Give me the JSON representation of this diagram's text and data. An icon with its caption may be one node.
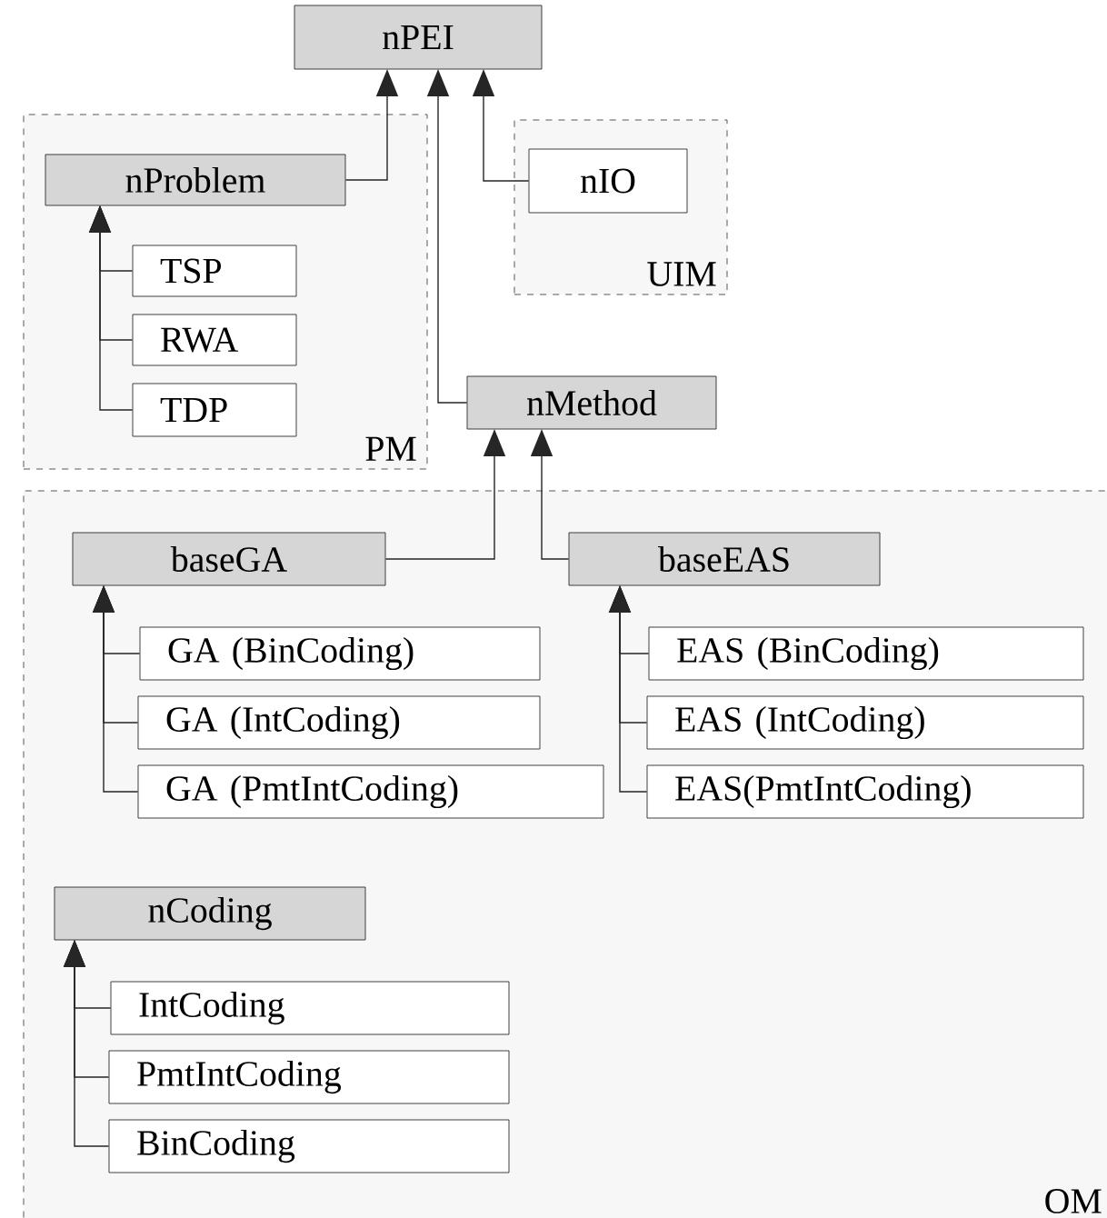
{
  "diagram": {
    "nodes": [
      {
        "text": [
          "nPEI"
        ]
      },
      {
        "text": [
          "PM"
        ]
      },
      {
        "text": [
          "nProblem"
        ],
        "in": 1
      },
      {
        "text": [
          "TSP"
        ],
        "in": 1
      },
      {
        "text": [
          "RWA"
        ],
        "in": 1
      },
      {
        "text": [
          "TDP"
        ],
        "in": 1
      },
      {
        "text": [
          "UIM"
        ]
      },
      {
        "text": [
          "nIO"
        ],
        "in": 6
      },
      {
        "text": [
          "nMethod"
        ]
      },
      {
        "text": [
          "OM"
        ]
      },
      {
        "text": [
          "baseGA"
        ],
        "in": 9
      },
      {
        "text": [
          "GA (BinCoding)"
        ],
        "in": 9
      },
      {
        "text": [
          "GA (IntCoding)"
        ],
        "in": 9
      },
      {
        "text": [
          "GA (PmtIntCoding)"
        ],
        "in": 9
      },
      {
        "text": [
          "baseEAS"
        ],
        "in": 9
      },
      {
        "text": [
          "EAS (BinCoding)"
        ],
        "in": 9
      },
      {
        "text": [
          "EAS (IntCoding)"
        ],
        "in": 9
      },
      {
        "text": [
          "EAS(PmtIntCoding)"
        ],
        "in": 9
      },
      {
        "text": [
          "nCoding"
        ],
        "in": 9
      },
      {
        "text": [
          "IntCoding"
        ],
        "in": 9
      },
      {
        "text": [
          "PmtIntCoding"
        ],
        "in": 9
      },
      {
        "text": [
          "BinCoding"
        ],
        "in": 9
      }
    ],
    "edges": [
      {
        "from": 2,
        "to": 0,
        "arrow": "to"
      },
      {
        "from": 8,
        "to": 0,
        "arrow": "to"
      },
      {
        "from": 7,
        "to": 0,
        "arrow": "to"
      },
      {
        "from": 3,
        "to": 2,
        "arrow": "to"
      },
      {
        "from": 4,
        "to": 2,
        "arrow": "to"
      },
      {
        "from": 5,
        "to": 2,
        "arrow": "to"
      },
      {
        "from": 10,
        "to": 8,
        "arrow": "to"
      },
      {
        "from": 14,
        "to": 8,
        "arrow": "to"
      },
      {
        "from": 11,
        "to": 10,
        "arrow": "to"
      },
      {
        "from": 12,
        "to": 10,
        "arrow": "to"
      },
      {
        "from": 13,
        "to": 10,
        "arrow": "to"
      },
      {
        "from": 15,
        "to": 14,
        "arrow": "to"
      },
      {
        "from": 16,
        "to": 14,
        "arrow": "to"
      },
      {
        "from": 17,
        "to": 14,
        "arrow": "to"
      },
      {
        "from": 19,
        "to": 18,
        "arrow": "to"
      },
      {
        "from": 20,
        "to": 18,
        "arrow": "to"
      },
      {
        "from": 21,
        "to": 18,
        "arrow": "to"
      }
    ]
  }
}
